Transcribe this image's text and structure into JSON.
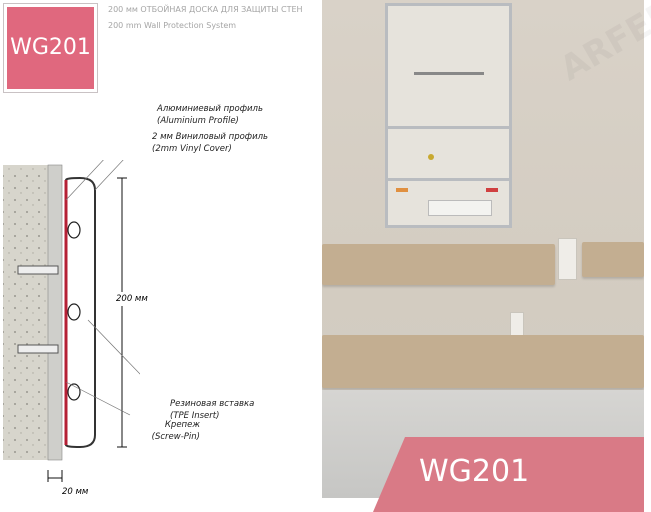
{
  "logo": {
    "code": "WG201"
  },
  "header": {
    "title_ru": "200 мм ОТБОЙНАЯ ДОСКА ДЛЯ ЗАЩИТЫ СТЕН",
    "title_en": "200 mm Wall Protection System"
  },
  "drawing": {
    "labels": [
      {
        "ru": "Алюминиевый профиль",
        "en": "(Aluminium Profile)"
      },
      {
        "ru": "2 мм Виниловый профиль",
        "en": "(2mm Vinyl Cover)"
      },
      {
        "ru": "Резиновая вставка",
        "en": "(TPE Insert)"
      },
      {
        "ru": "Крепеж",
        "en": "(Screw-Pin)"
      }
    ],
    "height_dim": "200 мм",
    "depth_dim": "20 мм"
  },
  "watermark": "ARFEN",
  "photo": {
    "banner": "WG201"
  },
  "colors": {
    "accent": "#e0687e",
    "bumper": "#c3ae91"
  }
}
